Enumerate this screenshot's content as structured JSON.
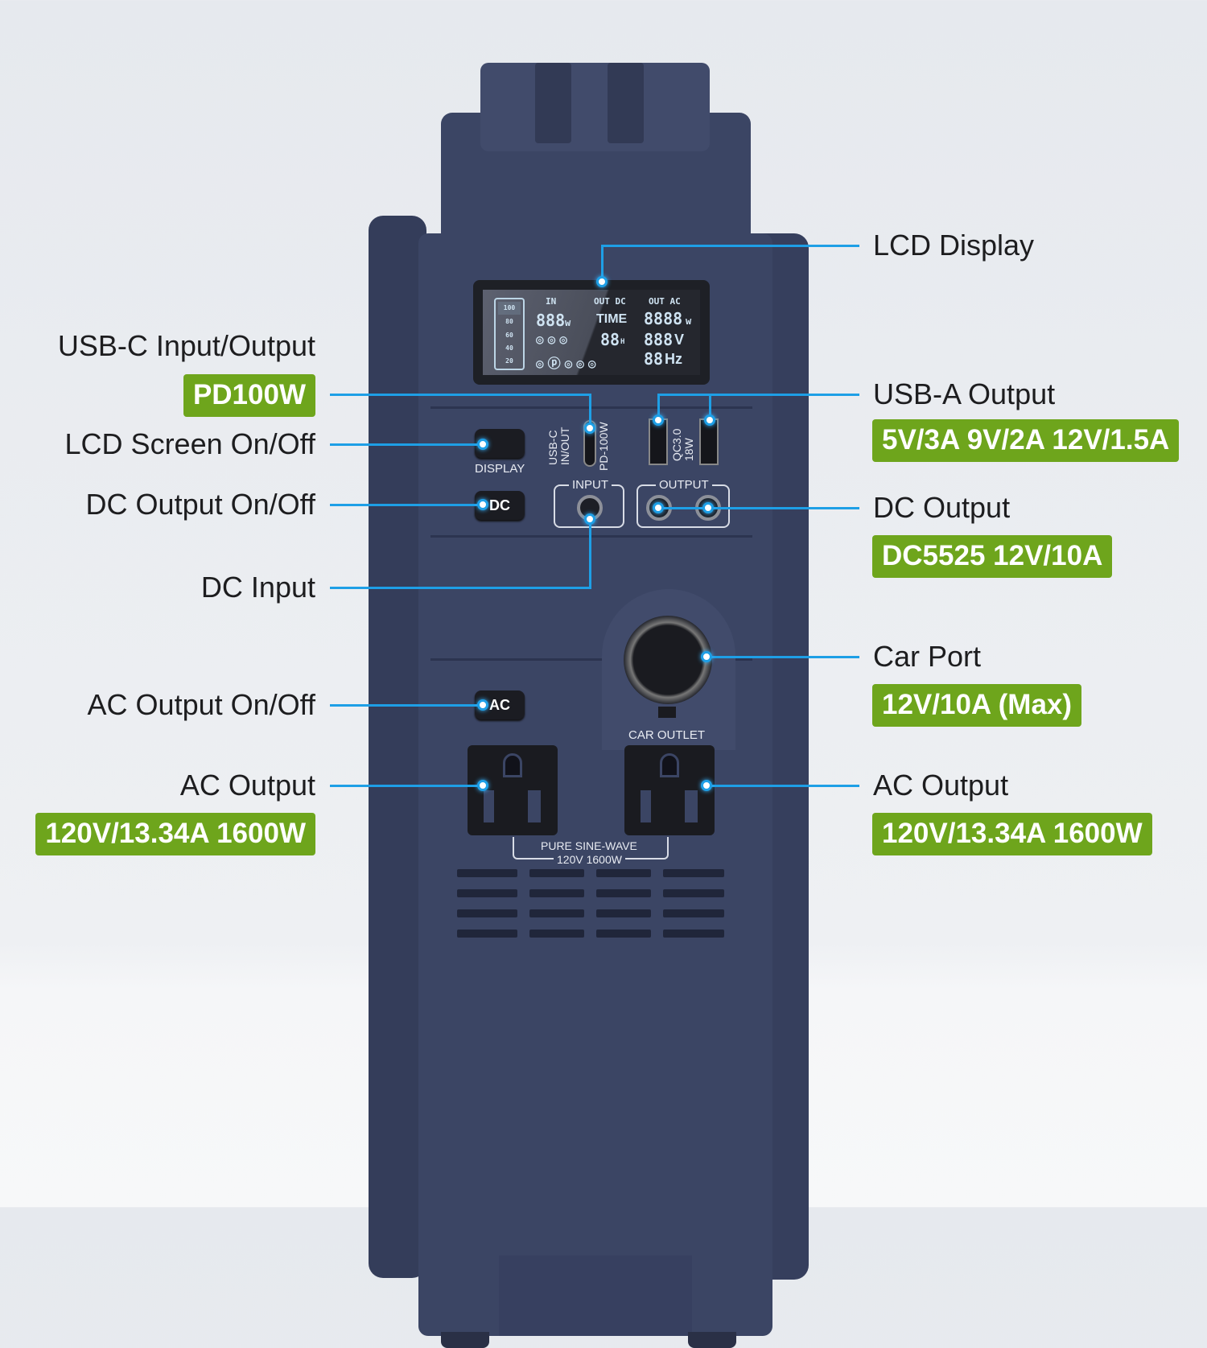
{
  "left_labels": {
    "usbc": {
      "title": "USB-C Input/Output",
      "badge": "PD100W"
    },
    "lcd_onoff": {
      "title": "LCD Screen On/Off"
    },
    "dc_onoff": {
      "title": "DC Output On/Off"
    },
    "dc_input": {
      "title": "DC Input"
    },
    "ac_onoff": {
      "title": "AC Output On/Off"
    },
    "ac_output": {
      "title": "AC Output",
      "badge": "120V/13.34A 1600W"
    }
  },
  "right_labels": {
    "lcd_display": {
      "title": "LCD Display"
    },
    "usba": {
      "title": "USB-A Output",
      "badge": "5V/3A 9V/2A 12V/1.5A"
    },
    "dc_output": {
      "title": "DC Output",
      "badge": "DC5525 12V/10A"
    },
    "car_port": {
      "title": "Car Port",
      "badge": "12V/10A (Max)"
    },
    "ac_output": {
      "title": "AC Output",
      "badge": "120V/13.34A 1600W"
    }
  },
  "device": {
    "lcd": {
      "in": "IN",
      "out_dc": "OUT DC",
      "out_ac": "OUT AC",
      "in_watts": "888",
      "w": "w",
      "time": "TIME",
      "hours": "88",
      "h": "H",
      "ac_watts": "8888",
      "volts": "888",
      "v": "V",
      "hz_val": "88",
      "hz": "Hz",
      "battery_levels": [
        "100",
        "80",
        "60",
        "40",
        "20"
      ]
    },
    "display_button": "DISPLAY",
    "dc_button": "DC",
    "ac_button": "AC",
    "usbc_label_1": "USB-C",
    "usbc_label_2": "IN/OUT",
    "usbc_label_3": "PD-100W",
    "qc_label_1": "QC3.0",
    "qc_label_2": "18W",
    "input_label": "INPUT",
    "output_label": "OUTPUT",
    "car_outlet_label": "CAR OUTLET",
    "sine_label_1": "PURE SINE-WAVE",
    "sine_label_2": "120V 1600W"
  },
  "colors": {
    "accent_line": "#1e9fe6",
    "badge": "#6ea51c",
    "device": "#3b4564"
  }
}
